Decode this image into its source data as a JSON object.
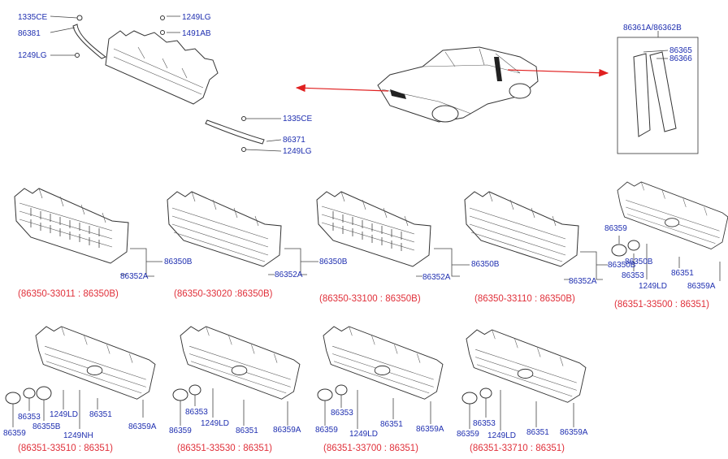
{
  "labels": {
    "top": {
      "c1335a": "1335CE",
      "c86381": "86381",
      "c1249a": "1249LG",
      "c1249b": "1249LG",
      "c1491": "1491AB",
      "c1335b": "1335CE",
      "c86371": "86371",
      "c1249c": "1249LG",
      "c86361": "86361A/86362B",
      "c86365": "86365",
      "c86366": "86366"
    },
    "g1": {
      "p1": "86350B",
      "p2": "86352A"
    },
    "g2": {
      "p1": "86350B",
      "p2": "86352A"
    },
    "g3": {
      "p1": "86350B",
      "p2": "86352A"
    },
    "g4": {
      "p1": "86350B",
      "p2": "86352A"
    },
    "g5": {
      "p1": "86359",
      "p2": "86350B",
      "p3": "86353",
      "p4": "1249LD",
      "p5": "86351",
      "p6": "86359A"
    },
    "g6": {
      "p1": "86353",
      "p2": "1249LD",
      "p3": "86355B",
      "p4": "86351",
      "p5": "86359",
      "p6": "1249NH",
      "p7": "86359A"
    },
    "g7": {
      "p1": "86353",
      "p2": "1249LD",
      "p3": "86359",
      "p4": "86351",
      "p5": "86359A"
    },
    "g8": {
      "p1": "86353",
      "p2": "1249LD",
      "p3": "86359",
      "p4": "86351",
      "p5": "86359A"
    },
    "g9": {
      "p1": "86353",
      "p2": "86359",
      "p3": "1249LD",
      "p4": "86351",
      "p5": "86359A"
    }
  },
  "captions": {
    "g1": "(86350-33011 : 86350B)",
    "g2": "(86350-33020 :86350B)",
    "g3": "(86350-33100 : 86350B)",
    "g4": "(86350-33110 : 86350B)",
    "g5": "(86351-33500 : 86351)",
    "g6": "(86351-33510 : 86351)",
    "g7": "(86351-33530 : 86351)",
    "g8": "(86351-33700 : 86351)",
    "g9": "(86351-33710 : 86351)"
  },
  "colors": {
    "label": "#1f2fb0",
    "caption": "#e0303a",
    "arrow": "#e02020",
    "line": "#444444"
  }
}
